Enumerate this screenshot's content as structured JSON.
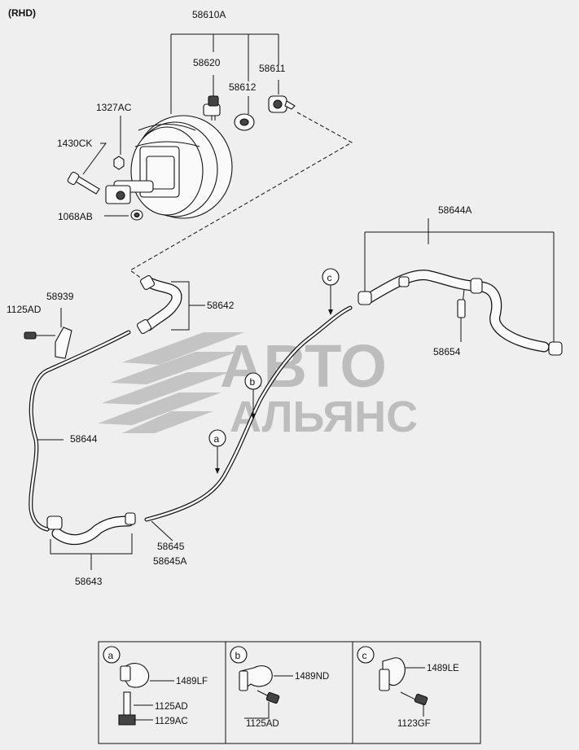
{
  "header": {
    "variant": "(RHD)"
  },
  "watermark": {
    "line1": "АВТО",
    "line2": "АЛЬЯНС"
  },
  "callouts": {
    "p58610A": "58610A",
    "p58620": "58620",
    "p58611": "58611",
    "p58612": "58612",
    "p1327AC": "1327AC",
    "p1430CK": "1430CK",
    "p1068AB": "1068AB",
    "p58644A": "58644A",
    "p58939": "58939",
    "p1125AD": "1125AD",
    "p58642": "58642",
    "p58654": "58654",
    "p58644": "58644",
    "p58645": "58645",
    "p58645A": "58645A",
    "p58643": "58643"
  },
  "markers": {
    "a": "a",
    "b": "b",
    "c": "c"
  },
  "details": {
    "a": {
      "letter": "a",
      "clip": "1489LF",
      "bolt1": "1125AD",
      "bolt2": "1129AC"
    },
    "b": {
      "letter": "b",
      "clip": "1489ND",
      "bolt": "1125AD"
    },
    "c": {
      "letter": "c",
      "clip": "1489LE",
      "bolt": "1123GF"
    }
  }
}
